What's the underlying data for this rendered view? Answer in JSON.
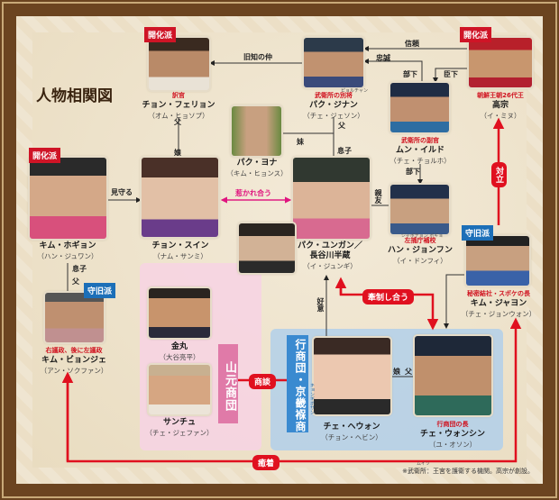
{
  "title": "人物相関図",
  "badges": {
    "kaika": "開化派",
    "shukyu": "守旧派"
  },
  "characters": {
    "jeon_hwaryong": {
      "role": "訳官",
      "name": "チョン・フェリョン",
      "actor": "（オム・ヒョソプ）"
    },
    "park_jinan": {
      "role": "武衛所の別将",
      "role_ruby": "ピョルチャン",
      "name": "パク・ジナン",
      "actor": "（チェ・ジェソン）"
    },
    "gojong": {
      "role": "朝鮮王朝26代王",
      "name": "高宗",
      "actor": "（イ・ミヌ）"
    },
    "mun_ildo": {
      "role": "武衛所の副官",
      "name": "ムン・イルド",
      "actor": "（チェ・チョルホ）"
    },
    "park_yona": {
      "name": "パク・ヨナ",
      "actor": "（キム・ヒョンス）"
    },
    "kim_hogyeong": {
      "name": "キム・ホギョン",
      "actor": "（ハン・ジュワン）"
    },
    "jeon_suin": {
      "name": "チョン・スイン",
      "actor": "（ナム・サンミ）"
    },
    "park_yungang": {
      "name": "パク・ユンガン／",
      "name2": "長谷川半蔵",
      "actor": "（イ・ジュンギ）"
    },
    "han_jonghun": {
      "role": "左捕庁補校",
      "role_ruby": "ジャポチョン ポギョ",
      "name": "ハン・ジョンフン",
      "actor": "（イ・ドンフィ）"
    },
    "kim_jahyeon": {
      "role": "秘密結社・スポケの長",
      "name": "キム・ジャヨン",
      "actor": "（チェ・ジョンウォン）"
    },
    "kim_byeongje": {
      "role": "右議政、後に左議政",
      "name": "キム・ビョンジェ",
      "actor": "（アン・ソクファン）"
    },
    "geumhwan": {
      "name": "金丸",
      "actor": "（大谷亮平）"
    },
    "sanchu": {
      "name": "サンチュ",
      "actor": "（チェ・ジェファン）"
    },
    "chae_hyewon": {
      "name": "チェ・ヘウォン",
      "actor": "（チョン・ヘビン）"
    },
    "chae_wonsin": {
      "role": "行商団の長",
      "name": "チェ・ウォンシン",
      "actor": "（ユ・オソン）"
    }
  },
  "groups": {
    "yamamoto": "山元商団",
    "peddlers": "行商団・京畿褓商",
    "peddlers_ruby": "キョンギボサン"
  },
  "relations": {
    "old_friends": "旧知の仲",
    "trust": "信頼",
    "loyalty": "忠誠",
    "subordinate": "部下",
    "subordinate2": "部下",
    "vassal": "臣下",
    "father": "父",
    "daughter": "娘",
    "sister": "妹",
    "son": "息子",
    "father2": "父",
    "watches": "見守る",
    "attracted": "惹かれ合う",
    "close_friend": "親友",
    "son2": "息子",
    "father3": "父",
    "goodwill": "好意",
    "daughter2": "娘",
    "father4": "父"
  },
  "pills": {
    "oppose": "対立",
    "check": "牽制し合う",
    "business": "商談",
    "collusion": "癒着"
  },
  "footnote": "※武衛所：王宮を護衛する機関。高宗が創設。",
  "footnote_ruby": "ムイソ",
  "colors": {
    "red": "#cf1426",
    "blue": "#1c6fb8",
    "pink": "#e0157f",
    "frame": "#6b4420"
  }
}
